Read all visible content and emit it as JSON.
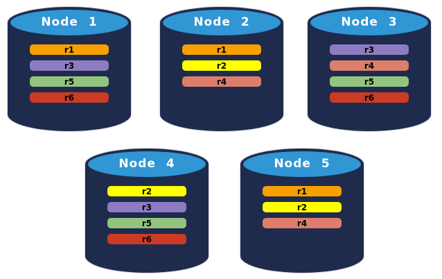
{
  "diagram": {
    "colors": {
      "background": "#ffffff",
      "cylinder_body": "#1F2B4D",
      "cylinder_top_fill": "#3096D4",
      "title_text": "#ffffff",
      "bar_text": "#000000"
    },
    "replica_colors": {
      "r1": "#F8A000",
      "r2": "#FFFF00",
      "r3": "#8E7CC3",
      "r4": "#DD7E6B",
      "r5": "#93C47D",
      "r6": "#CC3B25"
    },
    "nodes": [
      {
        "title": "Node 1",
        "replicas": [
          "r1",
          "r3",
          "r5",
          "r6"
        ]
      },
      {
        "title": "Node 2",
        "replicas": [
          "r1",
          "r2",
          "r4"
        ]
      },
      {
        "title": "Node 3",
        "replicas": [
          "r3",
          "r4",
          "r5",
          "r6"
        ]
      },
      {
        "title": "Node 4",
        "replicas": [
          "r2",
          "r3",
          "r5",
          "r6"
        ]
      },
      {
        "title": "Node 5",
        "replicas": [
          "r1",
          "r2",
          "r4"
        ]
      }
    ]
  }
}
